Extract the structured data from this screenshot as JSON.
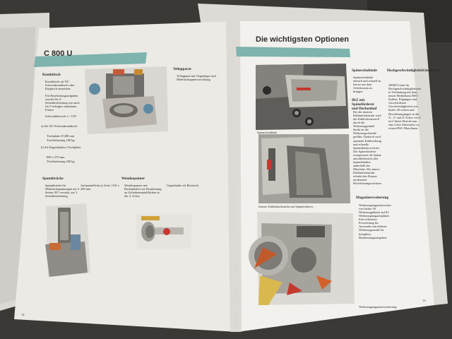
{
  "left_page": {
    "title": "C 800 U",
    "page_number": "12",
    "sections": {
      "kombitisch": {
        "heading": "Kombitisch",
        "items": [
          "Kombitisch als NC-Schwenkrundtisch oder Kipptisch einsetzbar",
          "Für Bearbeitungsaufgaben sowohl für 5-Seitenbearbeitung wie auch für 5-achsiges simultanes Fräsen",
          "Schwenkbereich +/- 110°"
        ],
        "option_a_label": "a) Als NC-Schwenkrundtisch",
        "option_a_specs": [
          "Tischplatte Ø 280 mm",
          "Tischbelastung 100 kg"
        ],
        "option_b_label": "b) Als Kipptabulator Tischplatte",
        "option_b_specs": [
          "800 x 570 mm",
          "Tischbelastung 200 kg"
        ]
      },
      "teilapparat": {
        "heading": "Teilapparat",
        "items": [
          "Teilapparat mit Gegenlager und Mehrfachspannvorrichtung"
        ]
      },
      "spannbruecke": {
        "heading": "Spannbrücke",
        "items": [
          "Spannbrücke für Mehrfachspannungen auf 4 Seiten, 90° versetzt, zur 3 Seitenbearbeitung"
        ],
        "extra": "Aufspannfläche je Seite 1110 x 200 mm"
      },
      "wendespanner": {
        "heading": "Wendespanner",
        "items": [
          "Wendespanner mit Backenhalter zur Bearbeitung an Zylindermantelflächen in der 4. Achse"
        ],
        "extra": "Gegenhalter als Reitstock"
      }
    }
  },
  "right_page": {
    "title": "Die wichtigsten Optionen",
    "page_number": "13",
    "captions": {
      "photo1": "Späneschublade",
      "photo2": "Innerer Kühlmittelzufuhr mit Späneförderer",
      "photo3": "Werkzeugmagazinerweiterung"
    },
    "sections": {
      "spaeneschublade": {
        "heading": "Späneschublade",
        "items": [
          "Späneschublade einfach und schnell zu leeren aus dem Arbeitsraum zu bringen"
        ]
      },
      "ikz": {
        "heading": "IKZ mit Späneförderer und Duchzulauf",
        "items": [
          "Bei der inneren Kühlmittelzufuhr wird der Kühlschmierstoff durch die Werkzeugspindel direkt an die Werkzeugschneide geführt. Dadurch wird optimale Kühlwirkung und schnelle Späneabfuhr erreicht. Der Späneförderer transportiert die Späne anschließend in den Spänebehälter außerhalb der Maschine. Die innere Kühlmittelzufuhr erlaubt den Einsatz modernster Hochleistungswerkzeuge."
        ]
      },
      "magazin": {
        "heading": "Magazinerweiterung",
        "items": [
          "Werkzeugmagazinerweiterung von bisher 30 Werkzeugplätzen auf 83 Werkzeugmagazinplätze. Eine effiziente Erweiterung für Anwender mit höherer Werkzeuganzahl für komplexe Bearbeitungsaufgaben."
        ]
      },
      "hsc": {
        "heading": "Hochgeschwindigkeitsfrässpindel",
        "items": [
          "30000 U/min für Hochgeschwindigkeitsfräsen in Verbindung mit dem neuen Heidenhain HSC-Zyklen, Eilgängen und verschiedenen Geschwindigkeiten von bisher 20 m/min und Beschleunigungen in der X-, Y- und Z-Achse von 5 m/s² bietet Hermle nun eine echte Alternative zu reinen HSC-Maschinen."
        ]
      }
    }
  },
  "colors": {
    "teal_bar": "#7fb3ad",
    "red_title": "#b3261e",
    "paper": "#eeede9",
    "wood": "#3a3734"
  },
  "icons": {
    "combitable": "machine-table-icon",
    "divider": "indexing-head-icon",
    "bridge": "clamping-bridge-icon",
    "turner": "turning-clamp-icon",
    "drawer": "chip-drawer-icon",
    "conveyor": "chip-conveyor-icon",
    "magazine": "tool-magazine-icon"
  }
}
